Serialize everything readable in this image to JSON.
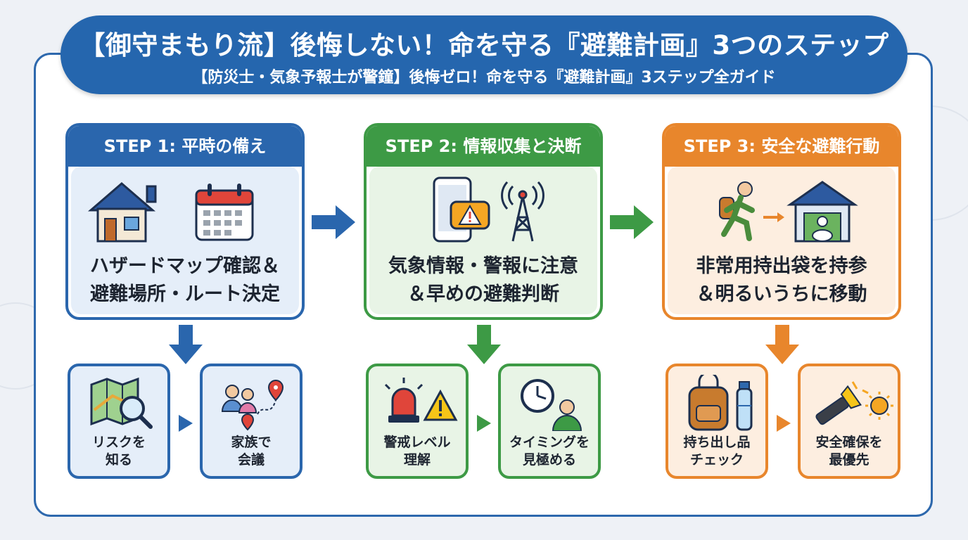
{
  "header": {
    "title": "【御守まもり流】後悔しない！命を守る『避難計画』3つのステップ",
    "subtitle": "【防災士・気象予報士が警鐘】後悔ゼロ！命を守る『避難計画』3ステップ全ガイド"
  },
  "steps": [
    {
      "heading": "STEP 1: 平時の備え",
      "line1": "ハザードマップ確認＆",
      "line2": "避難場所・ルート決定",
      "icons": [
        "house-icon",
        "calendar-icon"
      ],
      "sub": [
        {
          "label": "リスクを\n知る",
          "icon": "map-search-icon"
        },
        {
          "label": "家族で\n会議",
          "icon": "family-route-icon"
        }
      ]
    },
    {
      "heading": "STEP 2: 情報収集と決断",
      "line1": "気象情報・警報に注意",
      "line2": "＆早めの避難判断",
      "icons": [
        "smartphone-alert-icon",
        "radio-tower-icon"
      ],
      "sub": [
        {
          "label": "警戒レベル\n理解",
          "icon": "siren-warning-icon"
        },
        {
          "label": "タイミングを\n見極める",
          "icon": "clock-person-icon"
        }
      ]
    },
    {
      "heading": "STEP 3: 安全な避難行動",
      "line1": "非常用持出袋を持参",
      "line2": "＆明るいうちに移動",
      "icons": [
        "running-person-icon",
        "shelter-icon"
      ],
      "sub": [
        {
          "label": "持ち出し品\nチェック",
          "icon": "backpack-bottle-icon"
        },
        {
          "label": "安全確保を\n最優先",
          "icon": "flashlight-sun-icon"
        }
      ]
    }
  ],
  "colors": {
    "step1": "#2a66ad",
    "step2": "#3d9a45",
    "step3": "#e8862c",
    "header": "#2566ae"
  }
}
